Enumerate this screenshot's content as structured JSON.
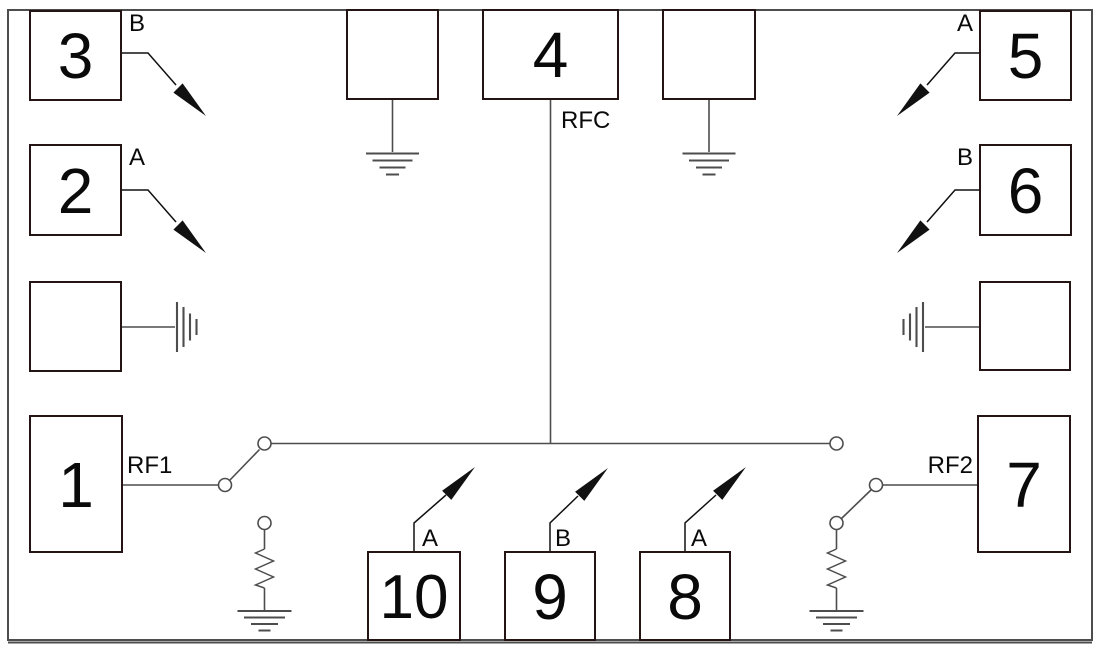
{
  "diagram_kind": "rf-switch-pad-schematic",
  "colors": {
    "background": "#ffffff",
    "wire": "#4d4d4d",
    "pad_border": "#241414",
    "text": "#0a0a0a",
    "arrow": "#111111"
  },
  "pads": {
    "pad1": {
      "number": "1",
      "port": "RF1"
    },
    "pad2": {
      "number": "2",
      "control": "A"
    },
    "pad3": {
      "number": "3",
      "control": "B"
    },
    "pad4": {
      "number": "4",
      "port": "RFC"
    },
    "pad5": {
      "number": "5",
      "control": "A"
    },
    "pad6": {
      "number": "6",
      "control": "B"
    },
    "pad7": {
      "number": "7",
      "port": "RF2"
    },
    "pad8": {
      "number": "8",
      "control": "A"
    },
    "pad9": {
      "number": "9",
      "control": "B"
    },
    "pad10": {
      "number": "10",
      "control": "A"
    }
  },
  "icons": {
    "ground_symbol": "4-bar earth ground",
    "switch_contact": "open circle terminal",
    "control_arrow": "filled dart arrow",
    "termination_resistor": "zigzag resistor to ground"
  }
}
